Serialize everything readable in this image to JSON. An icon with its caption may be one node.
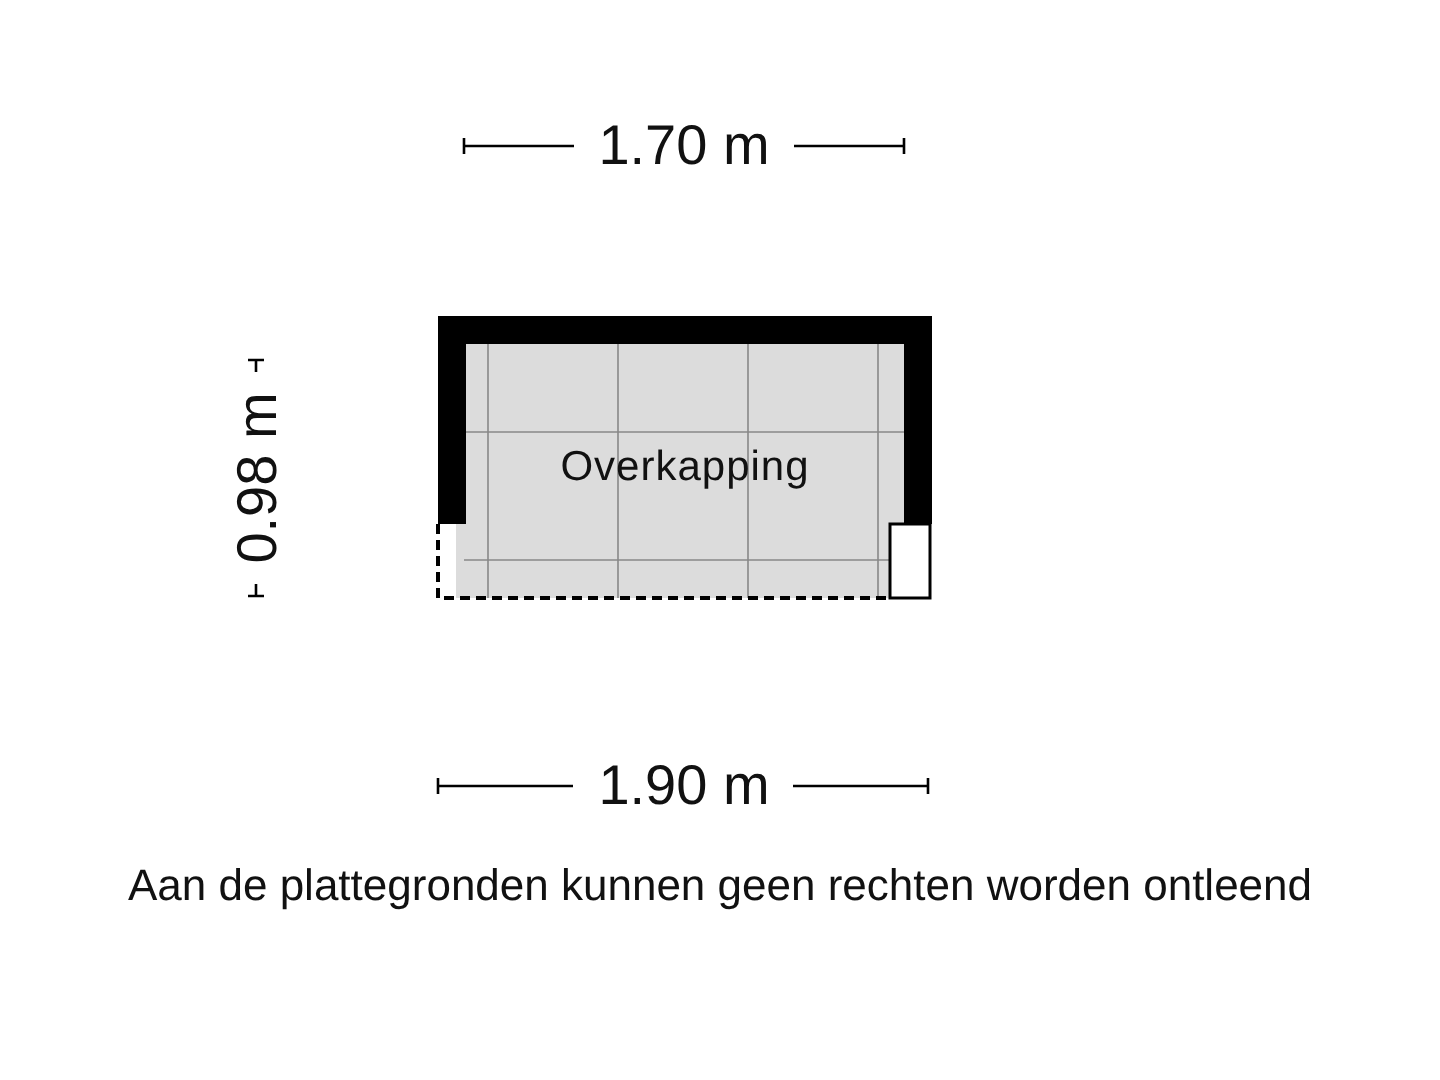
{
  "diagram": {
    "caption": "Aan de plattegronden kunnen geen rechten worden ontleend",
    "nodes": [
      {
        "text": [
          "Overkapping"
        ]
      }
    ],
    "labels": [
      "1.70 m",
      "0.98 m",
      "1.90 m"
    ]
  }
}
